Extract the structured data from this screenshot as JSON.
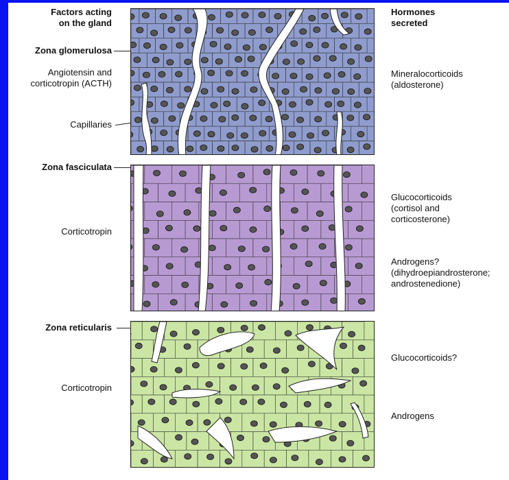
{
  "left_header": [
    "Factors acting",
    "on the gland"
  ],
  "right_header": [
    "Hormones",
    "secreted"
  ],
  "zones": [
    {
      "name": "Zona glomerulosa",
      "factor_lines": [
        "Angiotensin and",
        "corticotropin (ACTH)"
      ],
      "extra_label": "Capillaries",
      "hormone_lines": [
        "Mineralocorticoids",
        "(aldosterone)"
      ],
      "color": "#8f9ccd"
    },
    {
      "name": "Zona fasciculata",
      "factor_lines": [
        "Corticotropin"
      ],
      "hormone_groups": [
        [
          "Glucocorticoids",
          "(cortisol and",
          "corticosterone)"
        ],
        [
          "Androgens?",
          "(dihydroepiandrosterone;",
          "androstenedione)"
        ]
      ],
      "color": "#b89ad3"
    },
    {
      "name": "Zona reticularis",
      "factor_lines": [
        "Corticotropin"
      ],
      "hormone_groups": [
        [
          "Glucocorticoids?"
        ],
        [
          "Androgens"
        ]
      ],
      "color": "#cbe6a4"
    }
  ],
  "colors": {
    "background": "#0a14f0",
    "capillary": "#ffffff",
    "nucleus": "#3a3a3a"
  }
}
